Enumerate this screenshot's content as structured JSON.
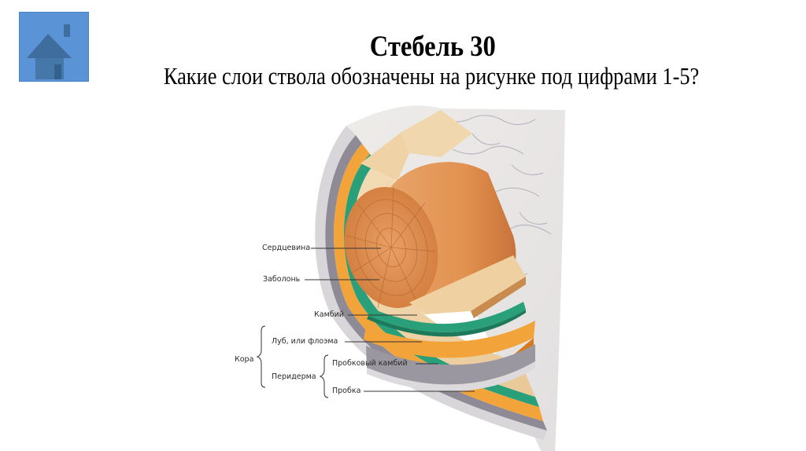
{
  "nav": {
    "home_button_icon": "home-icon",
    "home_button_color": "#5a93d6",
    "home_icon_color": "#3f6e9e"
  },
  "slide": {
    "title": "Стебель 30",
    "question": "Какие слои ствола обозначены на рисунке под цифрами 1-5?"
  },
  "diagram": {
    "subject": "cross-section of a tree trunk",
    "labels": {
      "heartwood": "Сердцевина",
      "sapwood": "Заболонь",
      "cambium": "Камбий",
      "phloem": "Луб, или флоэма",
      "bark_group": "Кора",
      "periderm_group": "Перидерма",
      "cork_cambium": "Пробковый камбий",
      "cork": "Пробка"
    },
    "layer_colors": {
      "heartwood": "#d9823e",
      "sapwood": "#efd3a6",
      "cambium": "#2aa07a",
      "phloem": "#f2a33a",
      "cork_cambium": "#8a8790",
      "cork": "#d8d6d8"
    }
  }
}
